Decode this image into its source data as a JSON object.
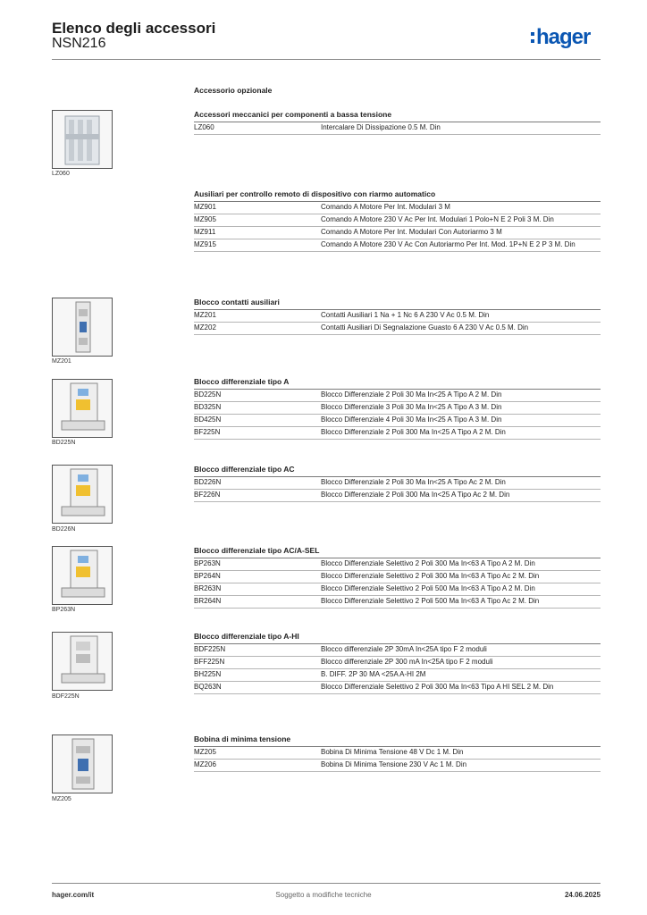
{
  "header": {
    "title": "Elenco degli accessori",
    "subtitle": "NSN216",
    "logo_text": "hager",
    "logo_color": "#0b57b3"
  },
  "heading": "Accessorio opzionale",
  "sections": [
    {
      "title": "Accessori meccanici per componenti a bassa tensione",
      "image_label": "LZ060",
      "image_icon": "lz060-product-icon",
      "rows": [
        {
          "code": "LZ060",
          "desc": "Intercalare Di Dissipazione 0.5 M. Din"
        }
      ]
    },
    {
      "title": "Ausiliari per controllo remoto di dispositivo con riarmo automatico",
      "rows": [
        {
          "code": "MZ901",
          "desc": "Comando A Motore Per Int. Modulari 3 M"
        },
        {
          "code": "MZ905",
          "desc": "Comando A Motore 230 V Ac Per Int. Modulari 1 Polo+N E 2 Poli 3 M. Din"
        },
        {
          "code": "MZ911",
          "desc": "Comando A Motore Per Int. Modulari Con Autoriarmo 3 M"
        },
        {
          "code": "MZ915",
          "desc": "Comando A Motore 230 V Ac Con Autoriarmo Per Int. Mod. 1P+N E 2 P 3 M. Din"
        }
      ]
    },
    {
      "title": "Blocco contatti ausiliari",
      "image_label": "MZ201",
      "image_icon": "mz201-product-icon",
      "rows": [
        {
          "code": "MZ201",
          "desc": "Contatti Ausiliari 1 Na + 1 Nc 6 A 230 V Ac 0.5 M. Din"
        },
        {
          "code": "MZ202",
          "desc": "Contatti Ausiliari Di Segnalazione Guasto 6 A 230 V Ac 0.5 M. Din"
        }
      ]
    },
    {
      "title": "Blocco differenziale tipo A",
      "image_label": "BD225N",
      "image_icon": "bd225n-product-icon",
      "rows": [
        {
          "code": "BD225N",
          "desc": "Blocco Differenziale 2 Poli 30 Ma In<25 A Tipo A 2 M. Din"
        },
        {
          "code": "BD325N",
          "desc": "Blocco Differenziale 3 Poli 30 Ma In<25 A Tipo A 3 M. Din"
        },
        {
          "code": "BD425N",
          "desc": "Blocco Differenziale 4 Poli 30 Ma In<25 A Tipo A 3 M. Din"
        },
        {
          "code": "BF225N",
          "desc": "Blocco Differenziale 2 Poli 300 Ma In<25 A Tipo A 2 M. Din"
        }
      ]
    },
    {
      "title": "Blocco differenziale tipo AC",
      "image_label": "BD226N",
      "image_icon": "bd226n-product-icon",
      "rows": [
        {
          "code": "BD226N",
          "desc": "Blocco Differenziale 2 Poli 30 Ma In<25 A Tipo Ac 2 M. Din"
        },
        {
          "code": "BF226N",
          "desc": "Blocco Differenziale 2 Poli 300 Ma In<25 A Tipo Ac 2 M. Din"
        }
      ]
    },
    {
      "title": "Blocco differenziale tipo AC/A-SEL",
      "image_label": "BP263N",
      "image_icon": "bp263n-product-icon",
      "rows": [
        {
          "code": "BP263N",
          "desc": "Blocco Differenziale Selettivo 2 Poli 300 Ma In<63 A Tipo A 2 M. Din"
        },
        {
          "code": "BP264N",
          "desc": "Blocco Differenziale Selettivo 2 Poli 300 Ma In<63 A Tipo Ac 2 M. Din"
        },
        {
          "code": "BR263N",
          "desc": "Blocco Differenziale Selettivo 2 Poli 500 Ma In<63 A Tipo A 2 M. Din"
        },
        {
          "code": "BR264N",
          "desc": "Blocco Differenziale Selettivo 2 Poli 500 Ma In<63 A Tipo Ac 2 M. Din"
        }
      ]
    },
    {
      "title": "Blocco differenziale tipo A-HI",
      "image_label": "BDF225N",
      "image_icon": "bdf225n-product-icon",
      "rows": [
        {
          "code": "BDF225N",
          "desc": "Blocco differenziale 2P 30mA In<25A tipo F 2 moduli"
        },
        {
          "code": "BFF225N",
          "desc": "Blocco differenziale 2P 300 mA In<25A tipo F 2 moduli"
        },
        {
          "code": "BH225N",
          "desc": "B. DIFF. 2P 30 MA <25A A-HI 2M"
        },
        {
          "code": "BQ263N",
          "desc": "Blocco Differenziale Selettivo 2 Poli 300 Ma In<63 Tipo A HI SEL 2 M. Din"
        }
      ]
    },
    {
      "title": "Bobina di minima tensione",
      "image_label": "MZ205",
      "image_icon": "mz205-product-icon",
      "rows": [
        {
          "code": "MZ205",
          "desc": "Bobina Di Minima Tensione 48 V Dc 1 M. Din"
        },
        {
          "code": "MZ206",
          "desc": "Bobina Di Minima Tensione 230 V Ac 1 M. Din"
        }
      ]
    }
  ],
  "footer": {
    "left": "hager.com/it",
    "center": "Soggetto a modifiche tecniche",
    "right": "24.06.2025"
  }
}
